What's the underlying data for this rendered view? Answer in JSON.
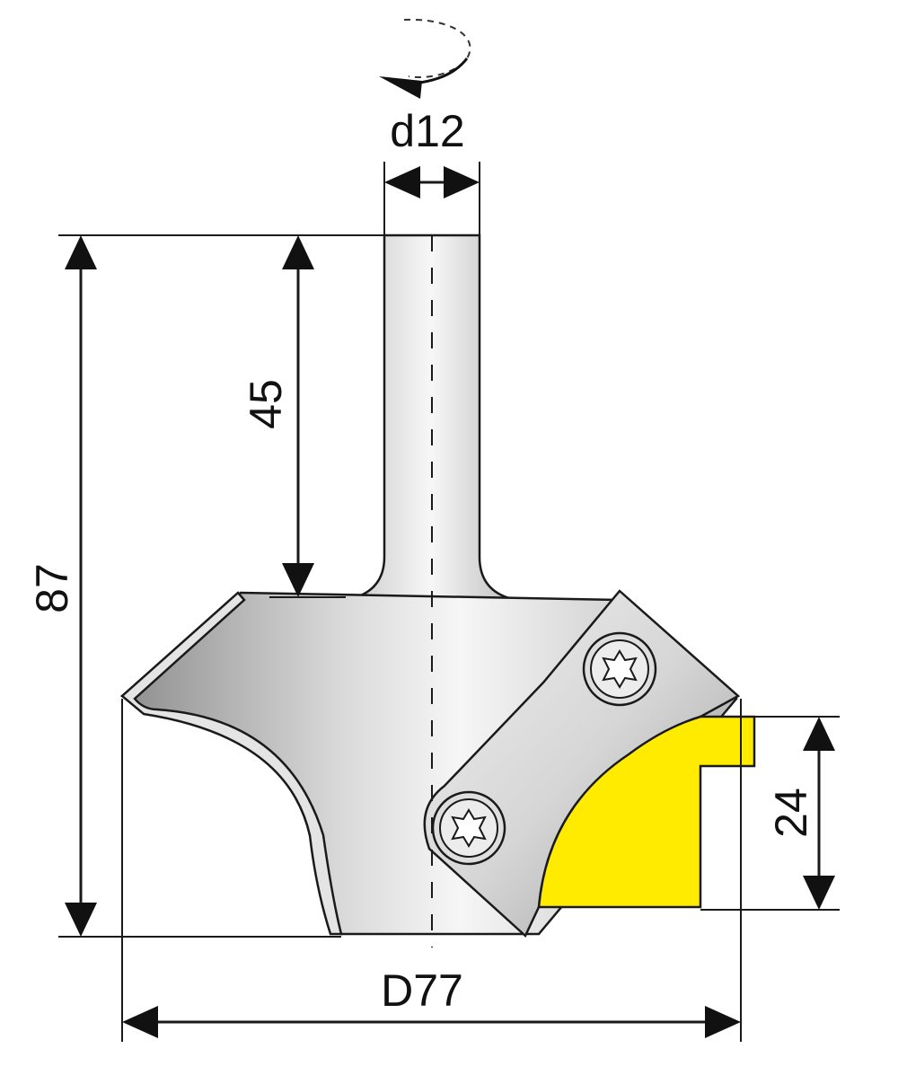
{
  "diagram": {
    "labels": {
      "shank_diameter": "d12",
      "total_length": "87",
      "shank_length": "45",
      "profile_height": "24",
      "cutting_diameter": "D77"
    },
    "colors": {
      "line": "#1a1a1a",
      "body_light": "#f2f2f2",
      "body_dark": "#9a9a9a",
      "profile_fill": "#ffeb00"
    },
    "icons": [
      "rotation-arrow-icon",
      "torx-screw-icon"
    ]
  }
}
